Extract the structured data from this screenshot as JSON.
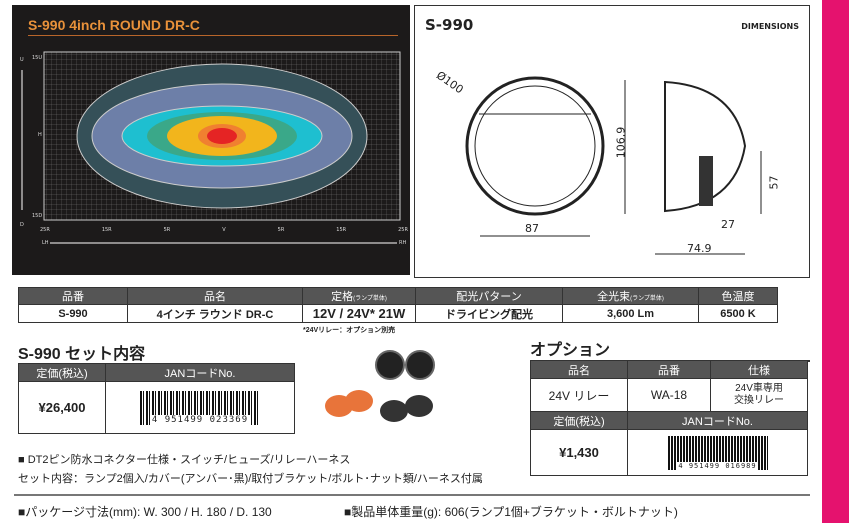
{
  "beam_chart": {
    "title": "S-990  4inch ROUND DR-C",
    "y_labels": [
      "U",
      "15U",
      "H",
      "15D",
      "D"
    ],
    "x_labels": [
      "25R",
      "15R",
      "5R",
      "V",
      "5R",
      "15R",
      "25R"
    ],
    "lh": "LH",
    "rh": "RH"
  },
  "dimensions": {
    "model": "S-990",
    "label": "DIMENSIONS",
    "dims": [
      "Ø100",
      "106.9",
      "87",
      "57",
      "27",
      "74.9"
    ]
  },
  "spec_table": {
    "headers": [
      "品番",
      "品名",
      "定格",
      "配光パターン",
      "全光束",
      "色温度"
    ],
    "header_notes": {
      "rating": "(ランプ単体)",
      "lumen": "(ランプ単体)"
    },
    "values": [
      "S-990",
      "4インチ ラウンド DR-C",
      "12V / 24V* 21W",
      "ドライビング配光",
      "3,600 Lm",
      "6500 K"
    ],
    "note": "*24Vリレー：オプション別売"
  },
  "set": {
    "heading": "S-990 セット内容",
    "price_header": "定価(税込)",
    "jan_header": "JANコードNo.",
    "price": "¥26,400",
    "jan": "4 951499 023369"
  },
  "option": {
    "heading": "オプション",
    "headers": [
      "品名",
      "品番",
      "仕様"
    ],
    "values": [
      "24V リレー",
      "WA-18",
      "24V車専用",
      "交換リレー"
    ],
    "price_header": "定価(税込)",
    "jan_header": "JANコードNo.",
    "price": "¥1,430",
    "jan": "4 951499 016989"
  },
  "notes": {
    "line1": "■ DT2ピン防水コネクター仕様・スイッチ/ヒューズ/リレーハーネス",
    "line2": "セット内容：ランプ2個入/カバー(アンバー･黒)/取付ブラケット/ボルト･ナット類/ハーネス付属",
    "package": "■パッケージ寸法(mm): W. 300 / H. 180 / D. 130",
    "weight": "■製品単体重量(g): 606(ランプ1個+ブラケット・ボルトナット)"
  }
}
